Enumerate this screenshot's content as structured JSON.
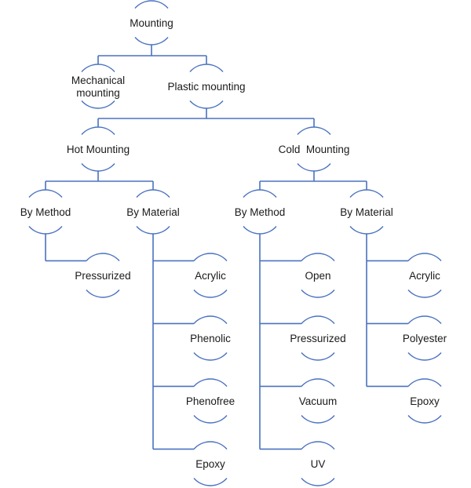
{
  "title": "Mounting classification tree",
  "colors": {
    "line": "#4a72c0",
    "text": "#1a1a1a",
    "background": "#ffffff"
  },
  "tree": {
    "id": "mounting",
    "label": [
      "Mounting"
    ],
    "children": [
      {
        "id": "mechanical-mounting",
        "label": [
          "Mechanical",
          "mounting"
        ],
        "children": []
      },
      {
        "id": "plastic-mounting",
        "label": [
          "Plastic mounting"
        ],
        "children": [
          {
            "id": "hot-mounting",
            "label": [
              "Hot Mounting"
            ],
            "children": [
              {
                "id": "hot-by-method",
                "label": [
                  "By Method"
                ],
                "children": [
                  {
                    "id": "hot-method-pressurized",
                    "label": [
                      "Pressurized"
                    ],
                    "children": []
                  }
                ]
              },
              {
                "id": "hot-by-material",
                "label": [
                  "By Material"
                ],
                "children": [
                  {
                    "id": "hot-material-acrylic",
                    "label": [
                      "Acrylic"
                    ],
                    "children": []
                  },
                  {
                    "id": "hot-material-phenolic",
                    "label": [
                      "Phenolic"
                    ],
                    "children": []
                  },
                  {
                    "id": "hot-material-phenofree",
                    "label": [
                      "Phenofree"
                    ],
                    "children": []
                  },
                  {
                    "id": "hot-material-epoxy",
                    "label": [
                      "Epoxy"
                    ],
                    "children": []
                  }
                ]
              }
            ]
          },
          {
            "id": "cold-mounting",
            "label": [
              "Cold  Mounting"
            ],
            "children": [
              {
                "id": "cold-by-method",
                "label": [
                  "By Method"
                ],
                "children": [
                  {
                    "id": "cold-method-open",
                    "label": [
                      "Open"
                    ],
                    "children": []
                  },
                  {
                    "id": "cold-method-pressurized",
                    "label": [
                      "Pressurized"
                    ],
                    "children": []
                  },
                  {
                    "id": "cold-method-vacuum",
                    "label": [
                      "Vacuum"
                    ],
                    "children": []
                  },
                  {
                    "id": "cold-method-uv",
                    "label": [
                      "UV"
                    ],
                    "children": []
                  }
                ]
              },
              {
                "id": "cold-by-material",
                "label": [
                  "By Material"
                ],
                "children": [
                  {
                    "id": "cold-material-acrylic",
                    "label": [
                      "Acrylic"
                    ],
                    "children": []
                  },
                  {
                    "id": "cold-material-polyester",
                    "label": [
                      "Polyester"
                    ],
                    "children": []
                  },
                  {
                    "id": "cold-material-epoxy",
                    "label": [
                      "Epoxy"
                    ],
                    "children": []
                  }
                ]
              }
            ]
          }
        ]
      }
    ]
  }
}
